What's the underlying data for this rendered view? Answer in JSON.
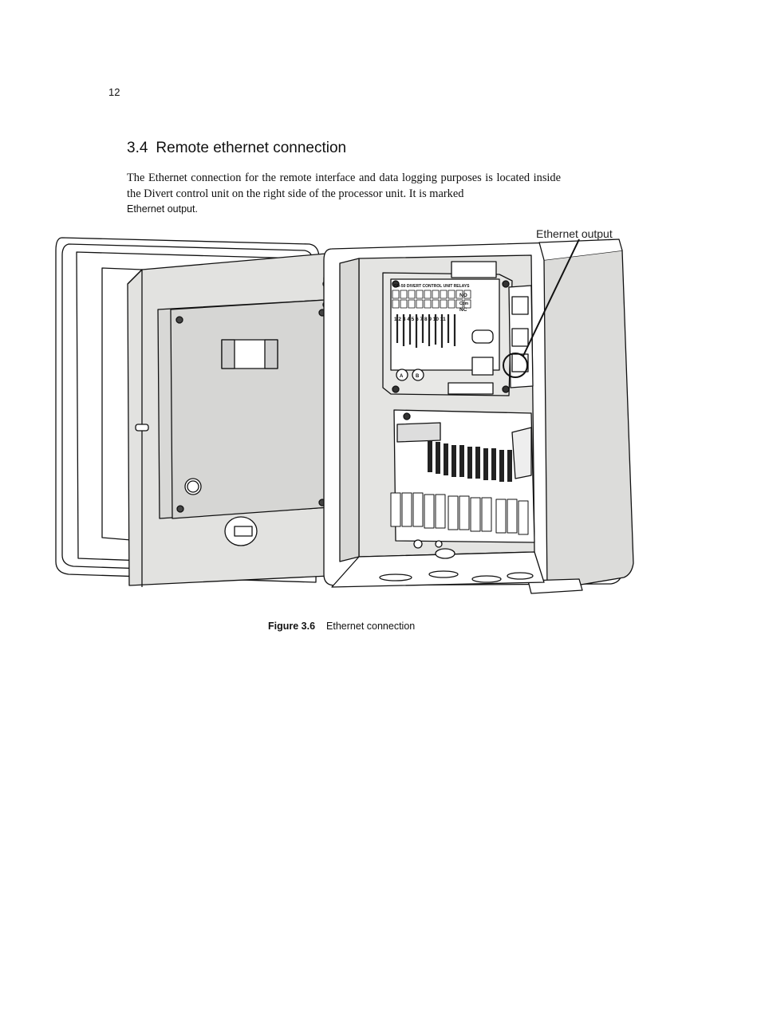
{
  "page": {
    "number": "12"
  },
  "section": {
    "number": "3.4",
    "title": "Remote ethernet connection",
    "body": "The Ethernet connection for the remote interface and data logging purposes is located inside the Divert control unit on the right side of the processor unit.  It is marked",
    "marked_label": "Ethernet output."
  },
  "figure": {
    "callout": "Ethernet output",
    "caption_number": "Figure 3.6",
    "caption_text": "Ethernet connection",
    "relay_board": {
      "header": "DD-50 DIVERT CONTROL UNIT RELAYS",
      "no": "NO",
      "com": "Com",
      "nc": "NC",
      "terminals": "1 2 3 4 5 6 7 8 9 10 11",
      "a": "A",
      "b": "B"
    }
  }
}
